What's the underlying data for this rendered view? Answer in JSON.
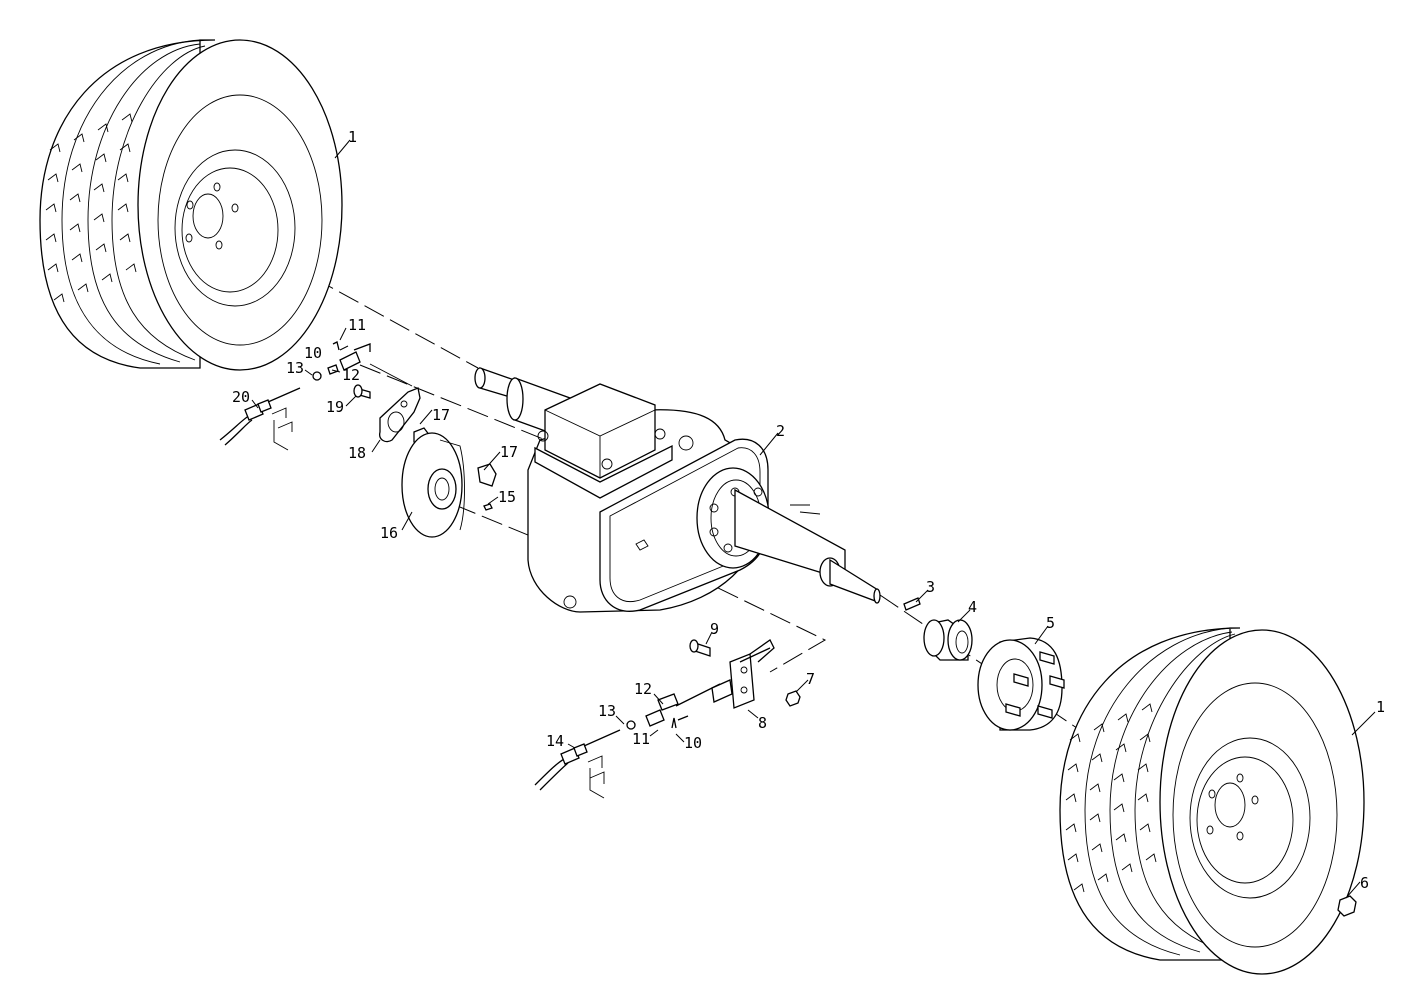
{
  "callouts": [
    {
      "id": "c1a",
      "text": "1"
    },
    {
      "id": "c1b",
      "text": "1"
    },
    {
      "id": "c2",
      "text": "2"
    },
    {
      "id": "c3",
      "text": "3"
    },
    {
      "id": "c4",
      "text": "4"
    },
    {
      "id": "c5",
      "text": "5"
    },
    {
      "id": "c6",
      "text": "6"
    },
    {
      "id": "c7",
      "text": "7"
    },
    {
      "id": "c8",
      "text": "8"
    },
    {
      "id": "c9",
      "text": "9"
    },
    {
      "id": "c10a",
      "text": "10"
    },
    {
      "id": "c10b",
      "text": "10"
    },
    {
      "id": "c11a",
      "text": "11"
    },
    {
      "id": "c11b",
      "text": "11"
    },
    {
      "id": "c12a",
      "text": "12"
    },
    {
      "id": "c12b",
      "text": "12"
    },
    {
      "id": "c13a",
      "text": "13"
    },
    {
      "id": "c13b",
      "text": "13"
    },
    {
      "id": "c14",
      "text": "14"
    },
    {
      "id": "c15",
      "text": "15"
    },
    {
      "id": "c16",
      "text": "16"
    },
    {
      "id": "c17a",
      "text": "17"
    },
    {
      "id": "c17b",
      "text": "17"
    },
    {
      "id": "c18",
      "text": "18"
    },
    {
      "id": "c19",
      "text": "19"
    },
    {
      "id": "c20",
      "text": "20"
    }
  ]
}
